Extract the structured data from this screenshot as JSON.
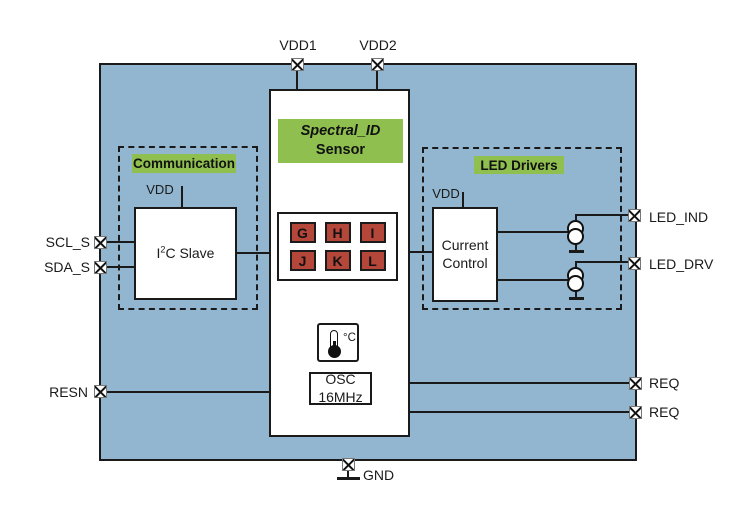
{
  "diagram_type": "block-diagram",
  "colors": {
    "chip_fill": "#92B6CF",
    "section_label_green": "#8FC04F",
    "channel_cell_red": "#B5463A",
    "line_black": "#1A1A1A"
  },
  "pins": {
    "vdd1": "VDD1",
    "vdd2": "VDD2",
    "scl_s": "SCL_S",
    "sda_s": "SDA_S",
    "resn": "RESN",
    "gnd": "GND",
    "led_ind": "LED_IND",
    "led_drv": "LED_DRV",
    "req_top": "REQ",
    "req_bottom": "REQ"
  },
  "sensor_block": {
    "title_line1": "Spectral_ID",
    "title_line2": "Sensor",
    "channels": [
      "G",
      "H",
      "I",
      "J",
      "K",
      "L"
    ],
    "temp_unit": "°C",
    "osc_line1": "OSC",
    "osc_line2": "16MHz"
  },
  "communication": {
    "section_label": "Communication",
    "vdd_label": "VDD",
    "block_label_prefix": "I",
    "block_label_sup": "2",
    "block_label_suffix": "C Slave"
  },
  "led_drivers": {
    "section_label": "LED Drivers",
    "vdd_label": "VDD",
    "block_line1": "Current",
    "block_line2": "Control"
  }
}
